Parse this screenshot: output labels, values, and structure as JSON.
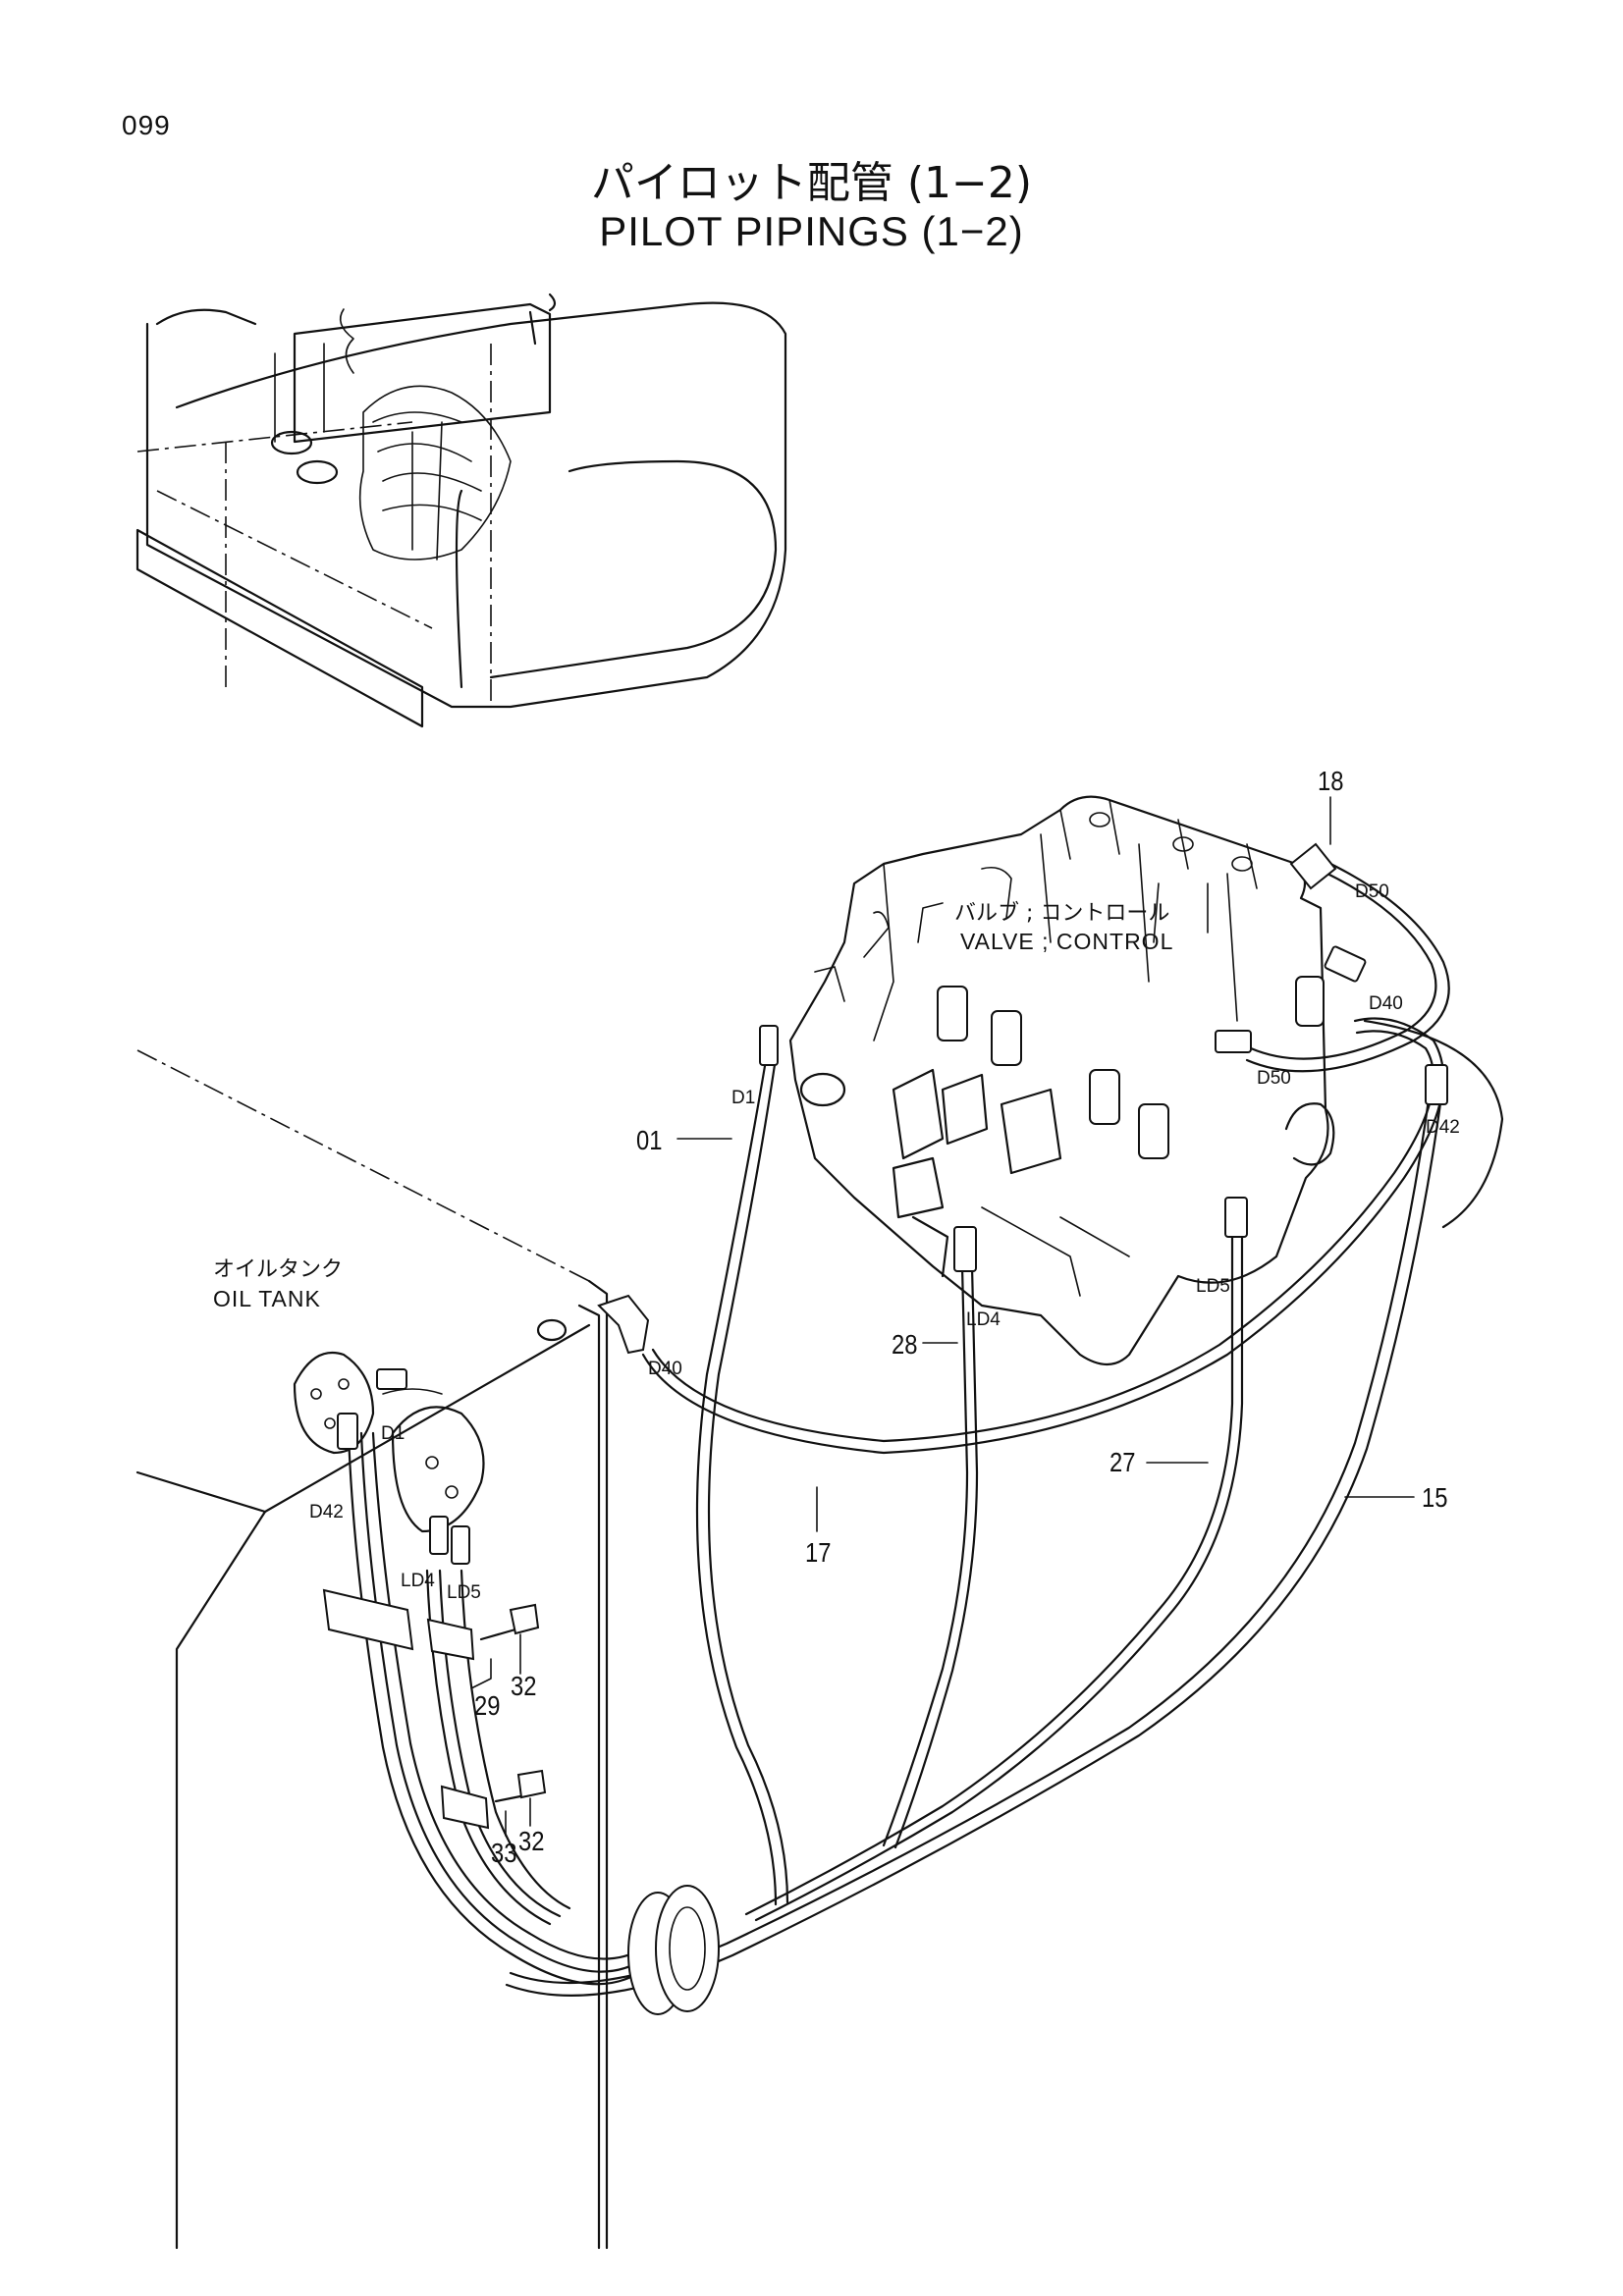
{
  "page_number": "099",
  "title_jp": "パイロット配管 (1−2)",
  "title_en": "PILOT PIPINGS (1−2)",
  "components": {
    "valve_jp": "バルブ ; コントロール",
    "valve_en": "VALVE ; CONTROL",
    "tank_jp": "オイルタンク",
    "tank_en": "OIL TANK"
  },
  "part_numbers": [
    "01",
    "15",
    "17",
    "18",
    "27",
    "28",
    "29",
    "32",
    "32",
    "33"
  ],
  "port_labels": [
    "D1",
    "D1",
    "D40",
    "D40",
    "D42",
    "D42",
    "D50",
    "D50",
    "LD4",
    "LD4",
    "LD5",
    "LD5"
  ]
}
